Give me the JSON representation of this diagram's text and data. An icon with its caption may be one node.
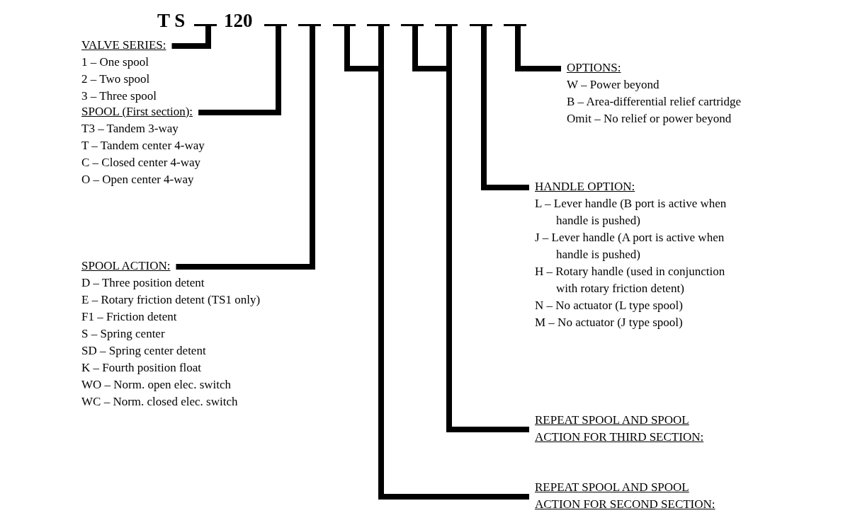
{
  "diagram": {
    "nodes": [
      {
        "text": [],
        "shape": "bar"
      },
      {
        "text": [],
        "shape": "bar"
      },
      {
        "text": [],
        "shape": "bar"
      },
      {
        "text": [],
        "shape": "bar"
      },
      {
        "text": [],
        "shape": "bar"
      },
      {
        "text": [],
        "shape": "bar"
      },
      {
        "text": [],
        "shape": "bar"
      },
      {
        "text": [],
        "shape": "bar"
      },
      {
        "text": [],
        "shape": "bar"
      },
      {
        "text": [
          "VALVE SERIES:",
          "1 – One spool",
          "2 – Two spool",
          "3 – Three spool"
        ]
      },
      {
        "text": [
          "SPOOL (First section):",
          "T3 – Tandem 3-way",
          "T – Tandem center 4-way",
          "C – Closed center 4-way",
          "O – Open center 4-way"
        ]
      },
      {
        "text": [
          "SPOOL ACTION:",
          "D – Three position detent",
          "E – Rotary friction detent (TS1 only)",
          "F1 – Friction detent",
          "S – Spring center",
          "SD – Spring center detent",
          "K – Fourth position float",
          "WO – Norm. open elec. switch",
          "WC – Norm. closed elec. switch"
        ]
      },
      {
        "text": [
          "OPTIONS:",
          "W – Power beyond",
          "B – Area-differential relief cartridge",
          "Omit – No relief or power beyond"
        ]
      },
      {
        "text": [
          "HANDLE OPTION:",
          "L – Lever handle (B port is active when handle is pushed)",
          "J – Lever handle (A port is active when handle is pushed)",
          "H – Rotary handle (used in conjunction with rotary friction detent)",
          "N – No actuator (L type spool)",
          "M – No actuator (J type spool)"
        ]
      },
      {
        "text": [
          "REPEAT SPOOL AND SPOOL ACTION FOR THIRD SECTION:"
        ]
      },
      {
        "text": [
          "REPEAT SPOOL AND SPOOL ACTION FOR SECOND SECTION:"
        ]
      }
    ],
    "edges": [
      {
        "from": 0,
        "to": 9,
        "arrow": "none"
      },
      {
        "from": 1,
        "to": 10,
        "arrow": "none"
      },
      {
        "from": 2,
        "to": 11,
        "arrow": "none"
      },
      {
        "from": 3,
        "to": 15,
        "arrow": "none"
      },
      {
        "from": 4,
        "to": 15,
        "arrow": "none"
      },
      {
        "from": 5,
        "to": 14,
        "arrow": "none"
      },
      {
        "from": 6,
        "to": 14,
        "arrow": "none"
      },
      {
        "from": 7,
        "to": 13,
        "arrow": "none"
      },
      {
        "from": 8,
        "to": 12,
        "arrow": "none"
      }
    ],
    "labels": [
      "T S",
      "120"
    ]
  }
}
